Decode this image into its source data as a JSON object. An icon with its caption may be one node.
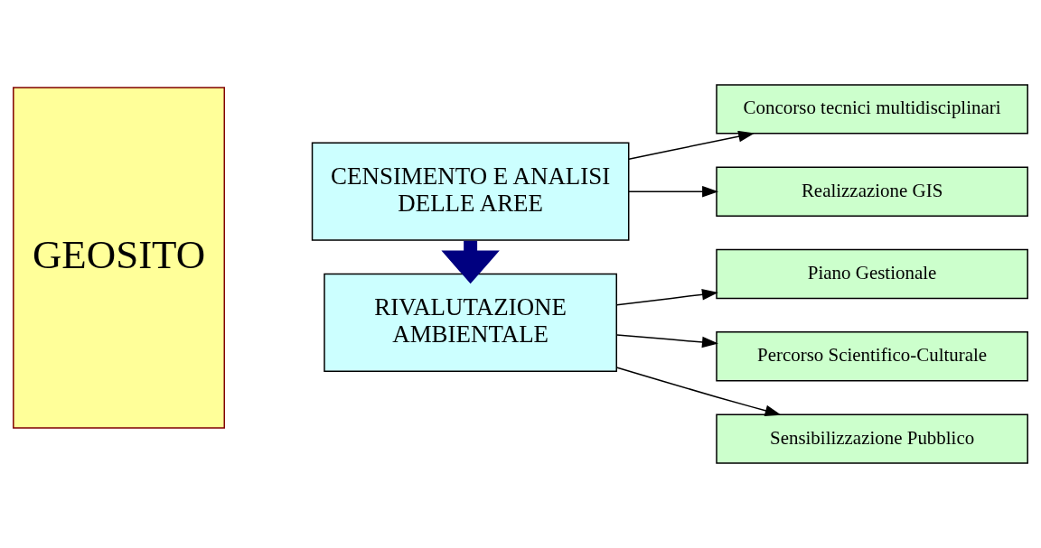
{
  "diagram": {
    "nodes": [
      {
        "text": [
          "GEOSITO"
        ]
      },
      {
        "text": [
          "CENSIMENTO E ANALISI DELLE AREE"
        ]
      },
      {
        "text": [
          "Concorso tecnici multidisciplinari"
        ]
      },
      {
        "text": [
          "Realizzazione GIS"
        ]
      },
      {
        "text": [
          "RIVALUTAZIONE AMBIENTALE"
        ]
      },
      {
        "text": [
          "Piano Gestionale"
        ]
      },
      {
        "text": [
          "Percorso Scientifico-Culturale"
        ]
      },
      {
        "text": [
          "Sensibilizzazione Pubblico"
        ]
      }
    ],
    "edges": [
      {
        "from": 1,
        "to": 2,
        "arrow": "to"
      },
      {
        "from": 1,
        "to": 3,
        "arrow": "to"
      },
      {
        "from": 1,
        "to": 4,
        "arrow": "to",
        "style": "thick",
        "color": "#000080"
      },
      {
        "from": 4,
        "to": 5,
        "arrow": "to"
      },
      {
        "from": 4,
        "to": 6,
        "arrow": "to"
      },
      {
        "from": 4,
        "to": 7,
        "arrow": "to"
      }
    ]
  }
}
